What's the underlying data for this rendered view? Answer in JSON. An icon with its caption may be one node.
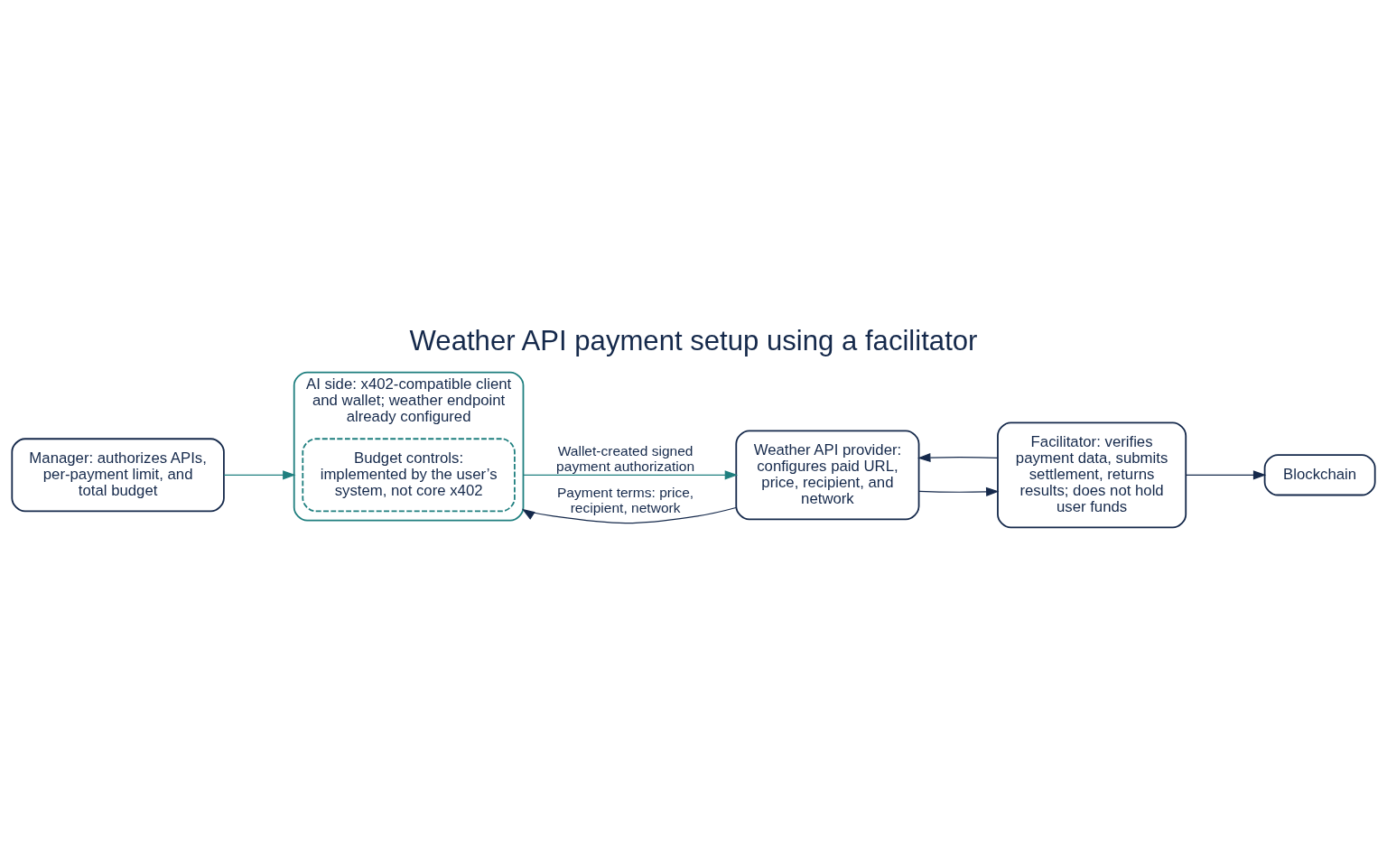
{
  "diagram": {
    "title": "Weather API payment setup using a facilitator",
    "nodes": [
      {
        "text": [
          "Manager: authorizes APIs, per-payment limit, and total budget"
        ]
      },
      {
        "text": [
          "AI side: x402-compatible client and wallet; weather endpoint already configured"
        ]
      },
      {
        "text": [
          "Budget controls: implemented by the user’s system, not core x402"
        ],
        "in": 1
      },
      {
        "text": [
          "Weather API provider: configures paid URL, price, recipient, and network"
        ]
      },
      {
        "text": [
          "Facilitator: verifies payment data, submits settlement, returns results; does not hold user funds"
        ]
      },
      {
        "text": [
          "Blockchain"
        ]
      }
    ],
    "edges": [
      {
        "from": 0,
        "to": 1,
        "arrow": "to",
        "color": "#1f7f7f"
      },
      {
        "from": 1,
        "to": 3,
        "arrow": "to",
        "label": "Wallet-created signed payment authorization",
        "color": "#1f7f7f"
      },
      {
        "from": 3,
        "to": 1,
        "arrow": "to",
        "label": "Payment terms: price, recipient, network"
      },
      {
        "from": 3,
        "to": 4,
        "arrow": "to"
      },
      {
        "from": 4,
        "to": 3,
        "arrow": "to"
      },
      {
        "from": 4,
        "to": 5,
        "arrow": "to"
      }
    ]
  }
}
